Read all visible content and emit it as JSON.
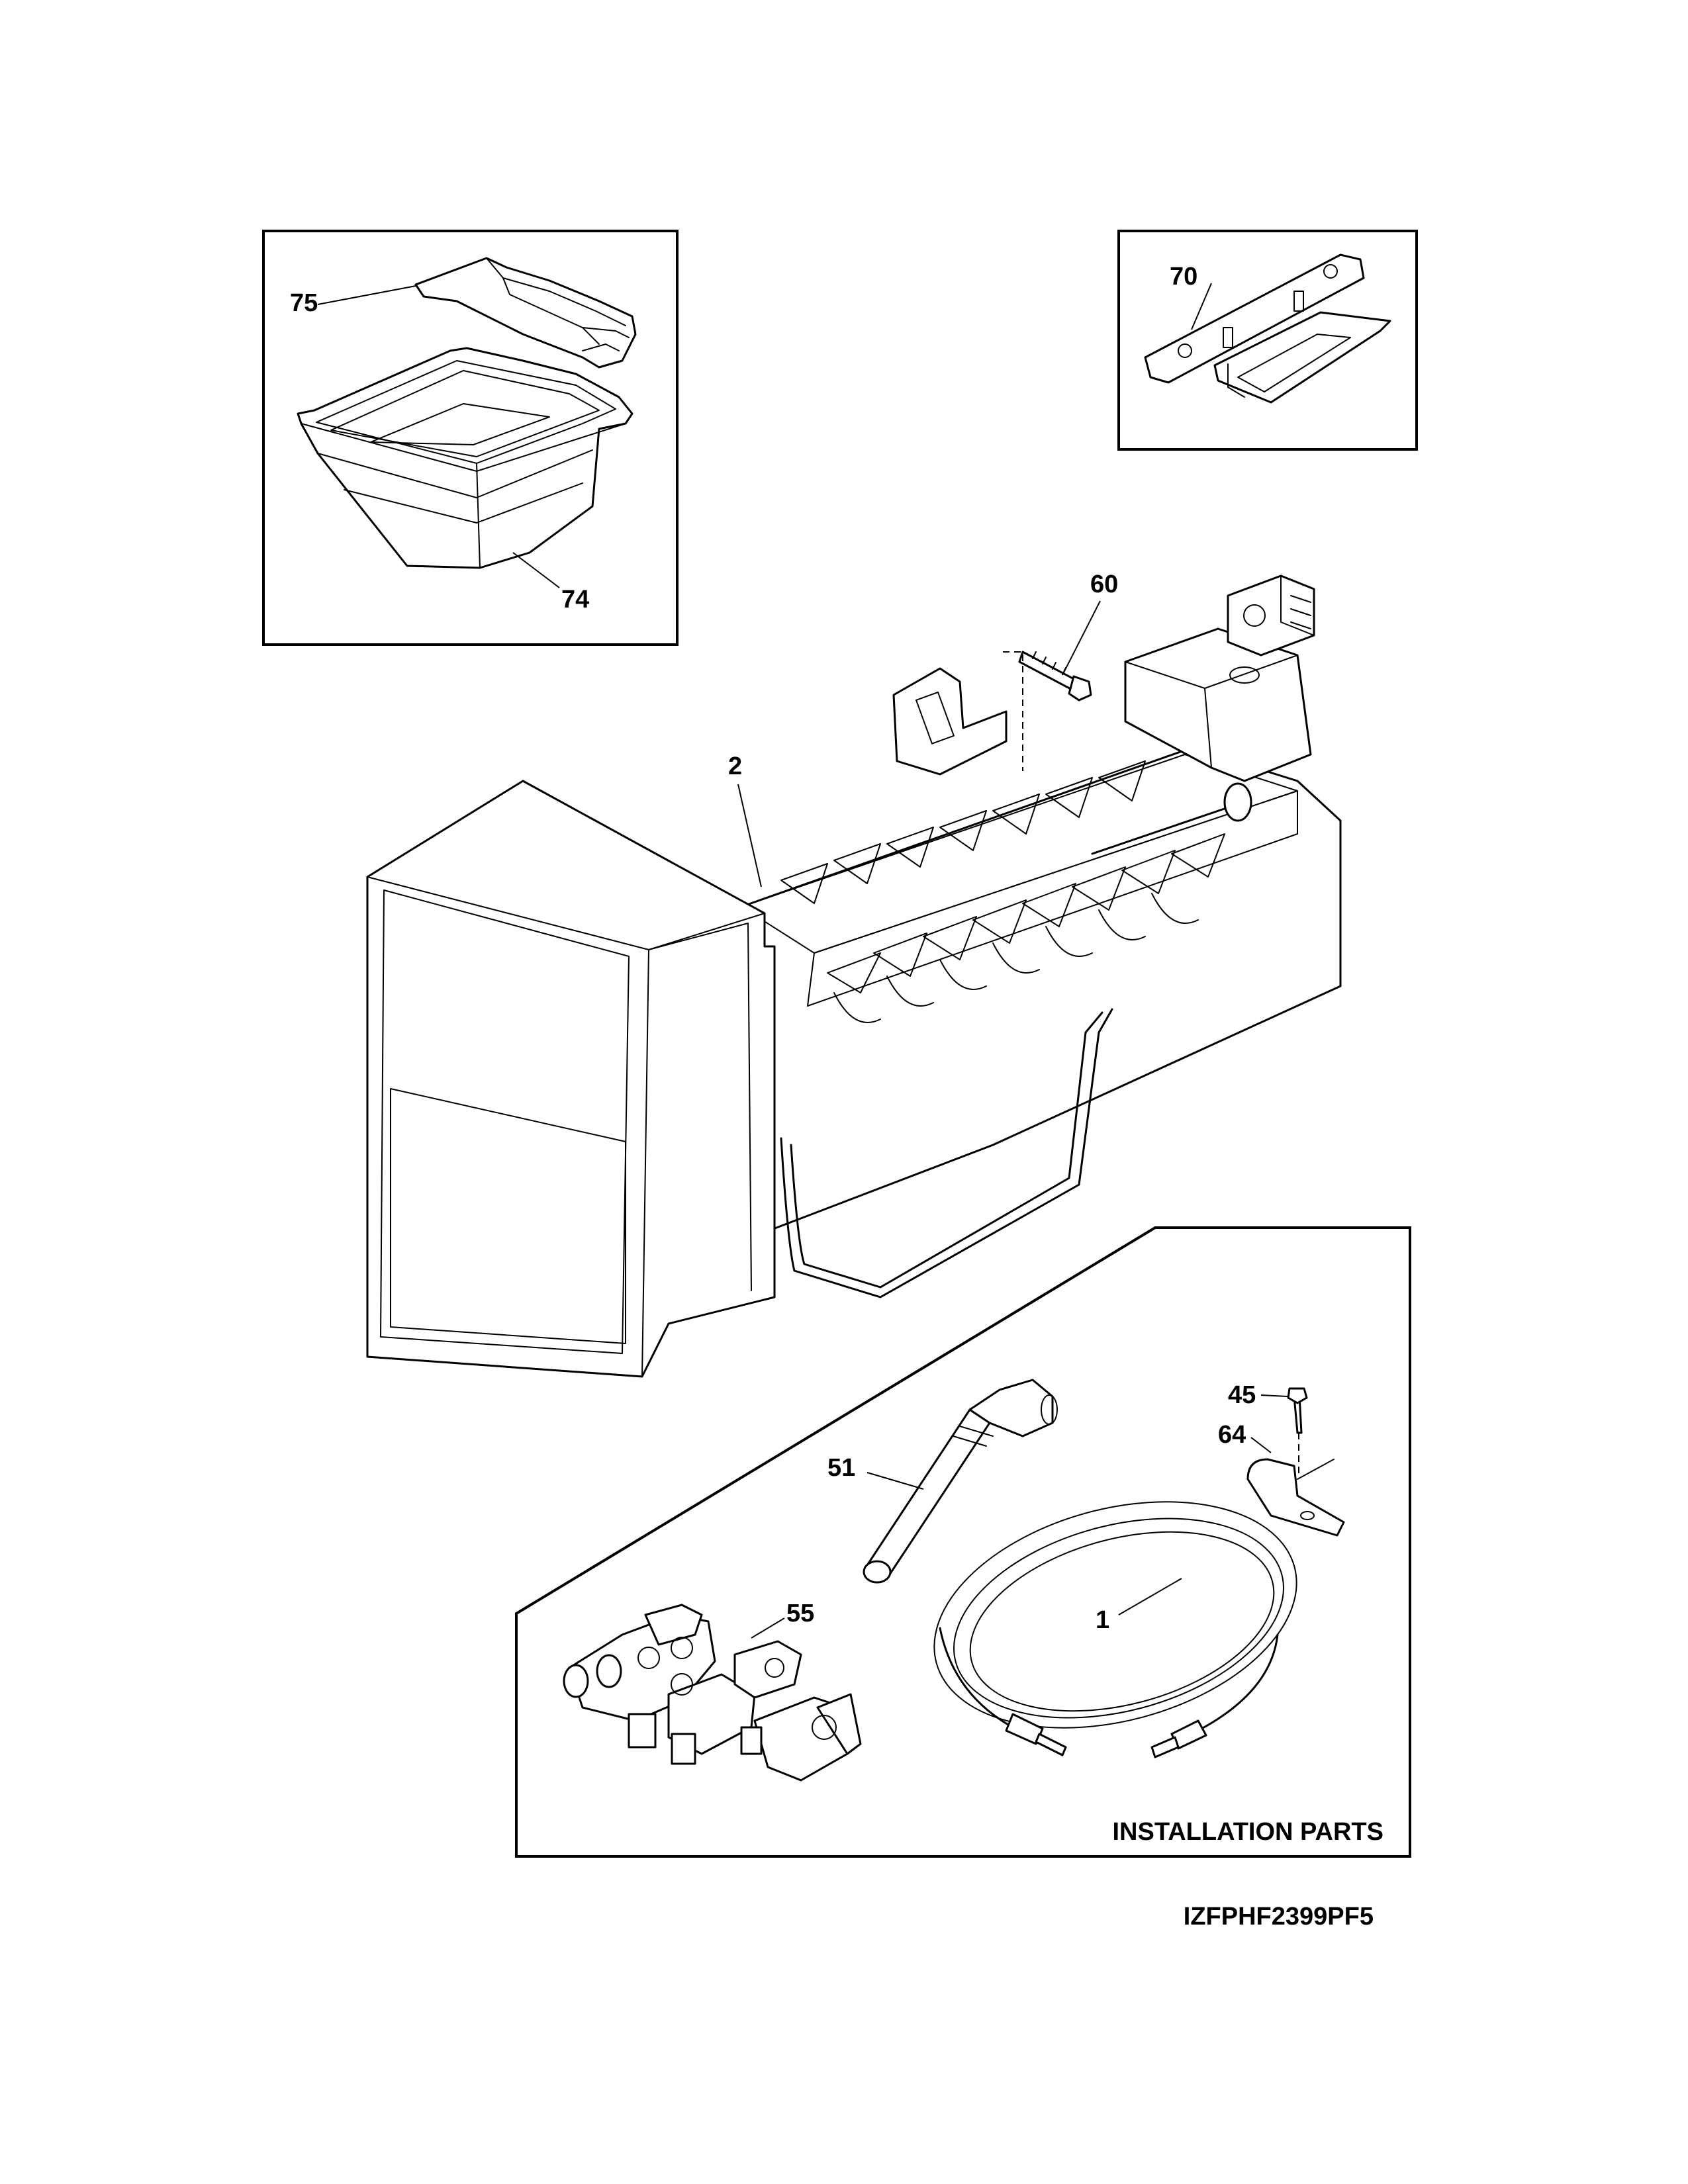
{
  "callouts": {
    "c75": "75",
    "c74": "74",
    "c70": "70",
    "c60": "60",
    "c2": "2",
    "c45": "45",
    "c64": "64",
    "c51": "51",
    "c55": "55",
    "c1": "1"
  },
  "installation_caption": "INSTALLATION PARTS",
  "diagram_code": "IZFPHF2399PF5",
  "icons": [
    "ice-bucket-cover-icon",
    "ice-bucket-icon",
    "mounting-bracket-icon",
    "screw-icon",
    "icemaker-assembly-icon",
    "water-valve-icon",
    "fill-tube-icon",
    "water-line-icon",
    "clamp-icon"
  ]
}
